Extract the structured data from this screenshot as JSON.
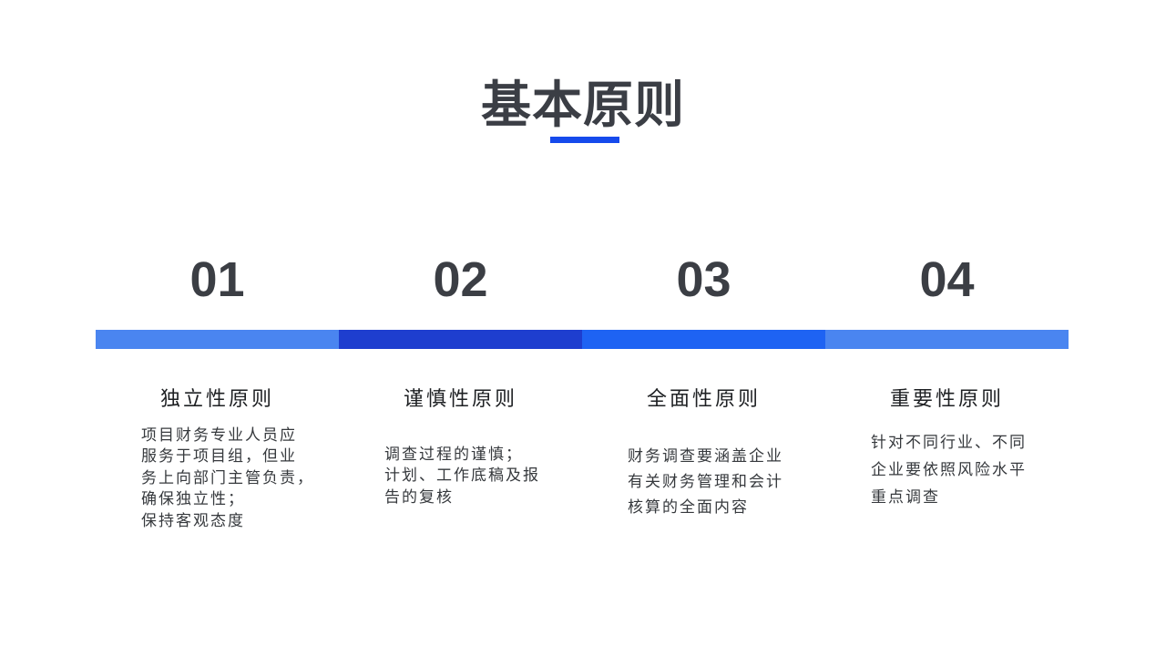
{
  "title": "基本原则",
  "accent": {
    "underline_color": "#164aec"
  },
  "principles": [
    {
      "number": "01",
      "heading": "独立性原则",
      "body": "项目财务专业人员应\n服务于项目组，但业\n务上向部门主管负责，\n确保独立性；\n保持客观态度",
      "bar_color": "#4a85f0"
    },
    {
      "number": "02",
      "heading": "谨慎性原则",
      "body": "调查过程的谨慎；\n计划、工作底稿及报\n告的复核",
      "bar_color": "#1e3ecf"
    },
    {
      "number": "03",
      "heading": "全面性原则",
      "body": "财务调查要涵盖企业\n有关财务管理和会计\n核算的全面内容",
      "bar_color": "#1e63f3"
    },
    {
      "number": "04",
      "heading": "重要性原则",
      "body": "针对不同行业、不同\n企业要依照风险水平\n重点调查",
      "bar_color": "#4a85f0"
    }
  ]
}
